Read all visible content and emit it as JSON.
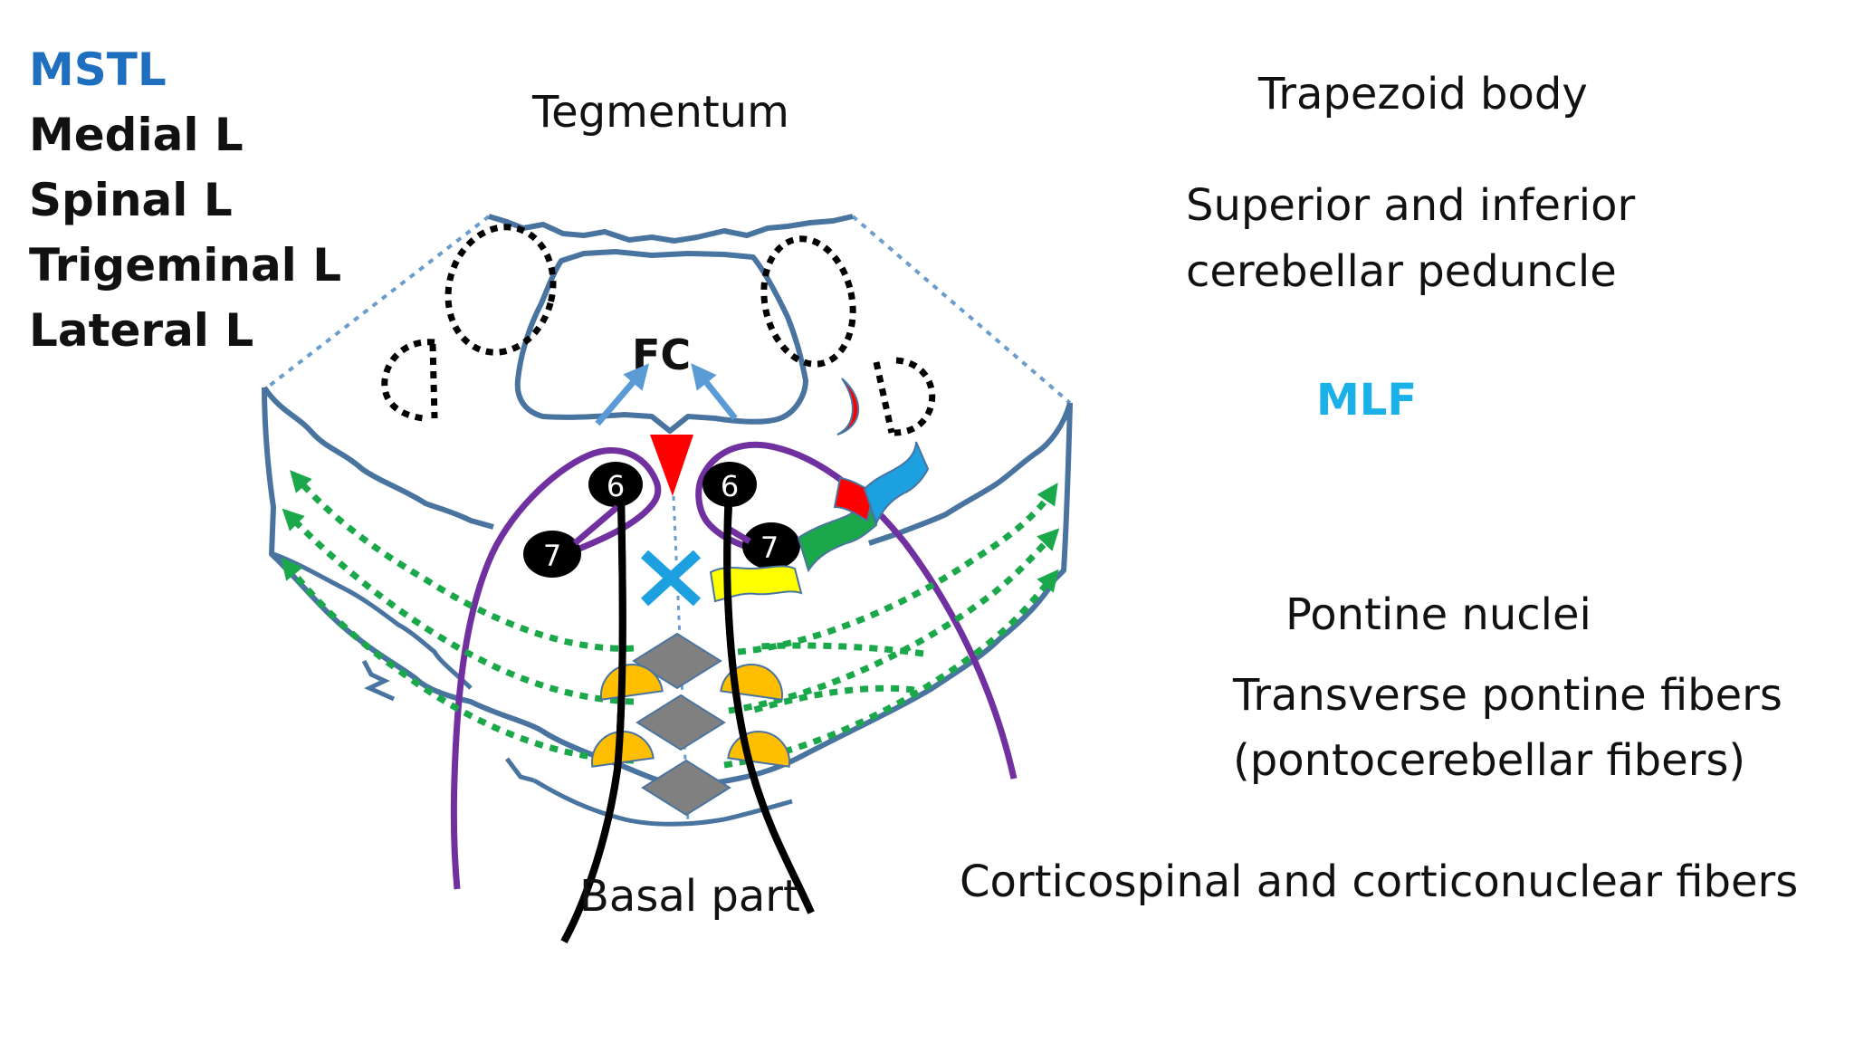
{
  "legend": {
    "items": [
      {
        "text": "MSTL",
        "color": "#1f6fbf"
      },
      {
        "text": "Medial L",
        "color": "#111111"
      },
      {
        "text": "Spinal L",
        "color": "#111111"
      },
      {
        "text": "Trigeminal L",
        "color": "#111111"
      },
      {
        "text": "Lateral L",
        "color": "#111111"
      }
    ]
  },
  "diagram": {
    "tegmentum_label": "Tegmentum",
    "basal_label": "Basal part",
    "fc_label": "FC",
    "nucleus_6_left": "6",
    "nucleus_6_right": "6",
    "nucleus_7_left": "7",
    "nucleus_7_right": "7"
  },
  "right_labels": {
    "trapezoid": "Trapezoid body",
    "peduncle_line1": "Superior and inferior",
    "peduncle_line2": "cerebellar peduncle",
    "mlf": "MLF",
    "pontine_nuclei": "Pontine nuclei",
    "transverse_line1": "Transverse pontine fibers",
    "transverse_line2": "(pontocerebellar fibers)",
    "corticospinal": "Corticospinal and corticonuclear fibers"
  },
  "colors": {
    "outline": "#4a74a0",
    "dotted_guide": "#6a9ccc",
    "purple": "#7030a0",
    "green": "#1aa84a",
    "red": "#ff0000",
    "cyan": "#1ca0e0",
    "yellow": "#ffff00",
    "orange": "#ffbf00",
    "gray": "#808080",
    "arrow": "#5b9bd5",
    "mlf": "#1ab0e8"
  }
}
